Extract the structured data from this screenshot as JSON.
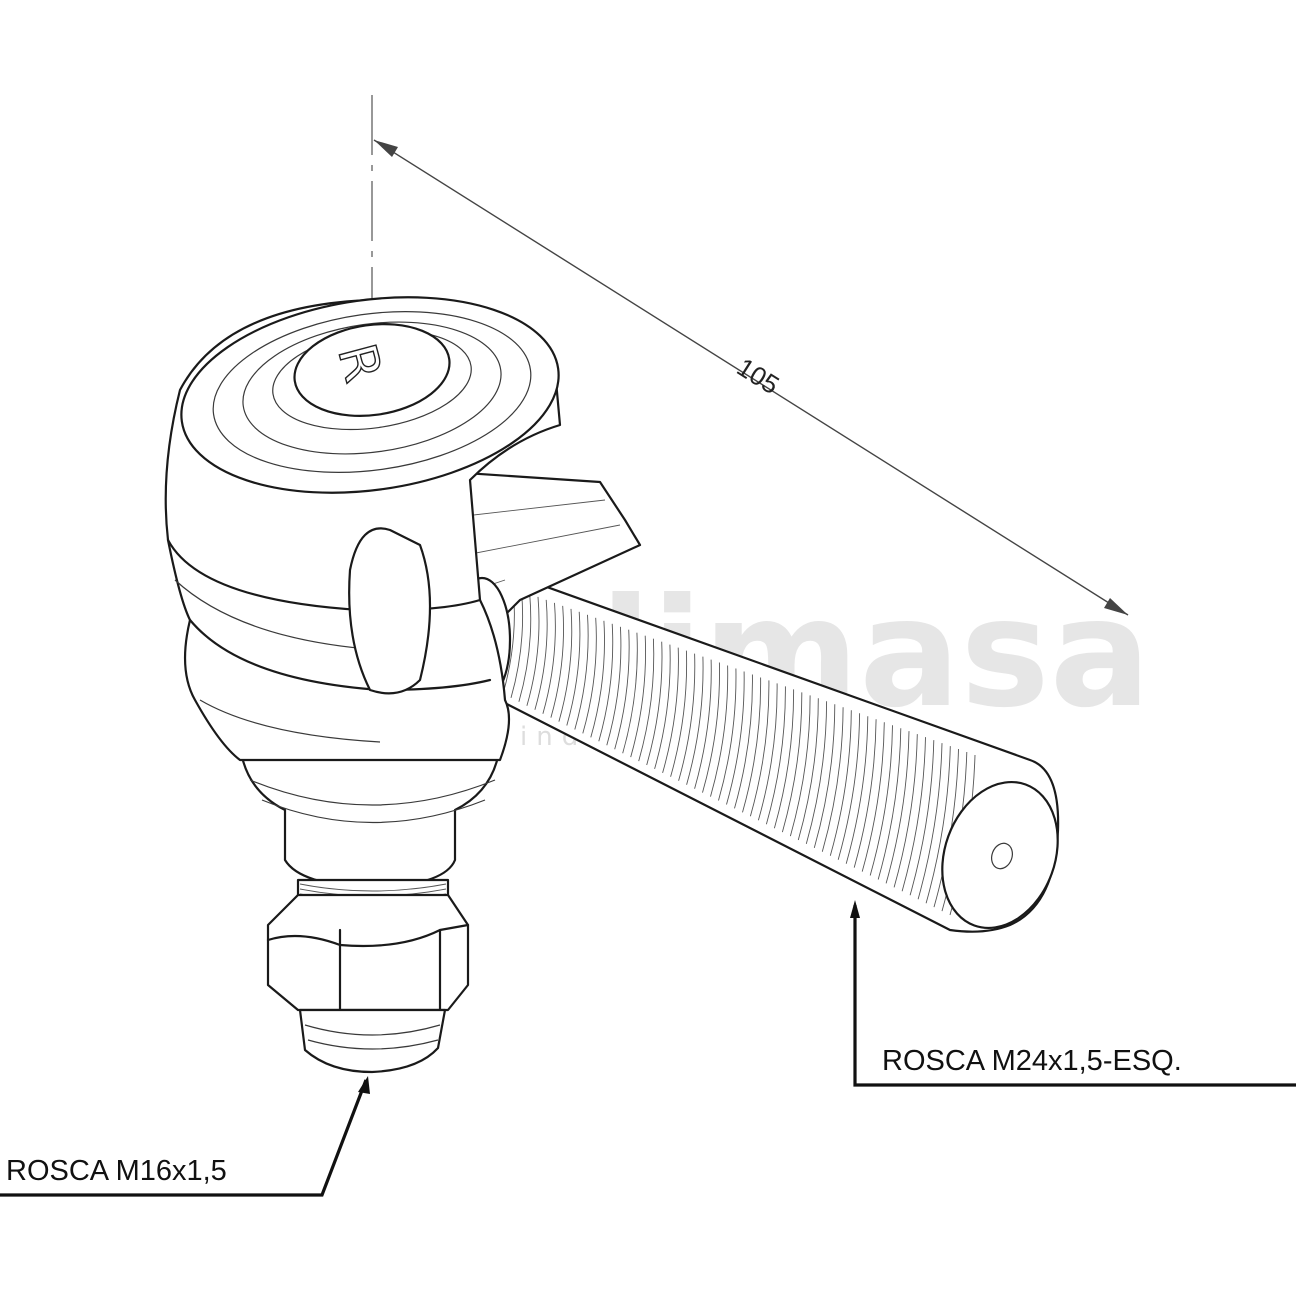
{
  "dimension": {
    "value": "105"
  },
  "labels": {
    "thread_small": "ROSCA M16x1,5",
    "thread_large": "ROSCA M24x1,5-ESQ."
  },
  "logo": {
    "letter": "R"
  },
  "watermark": {
    "brand": "dedimasa",
    "tagline": "industrial"
  },
  "colors": {
    "line": "#1a1a1a",
    "background": "#ffffff",
    "watermark": "#c8c8c8"
  }
}
